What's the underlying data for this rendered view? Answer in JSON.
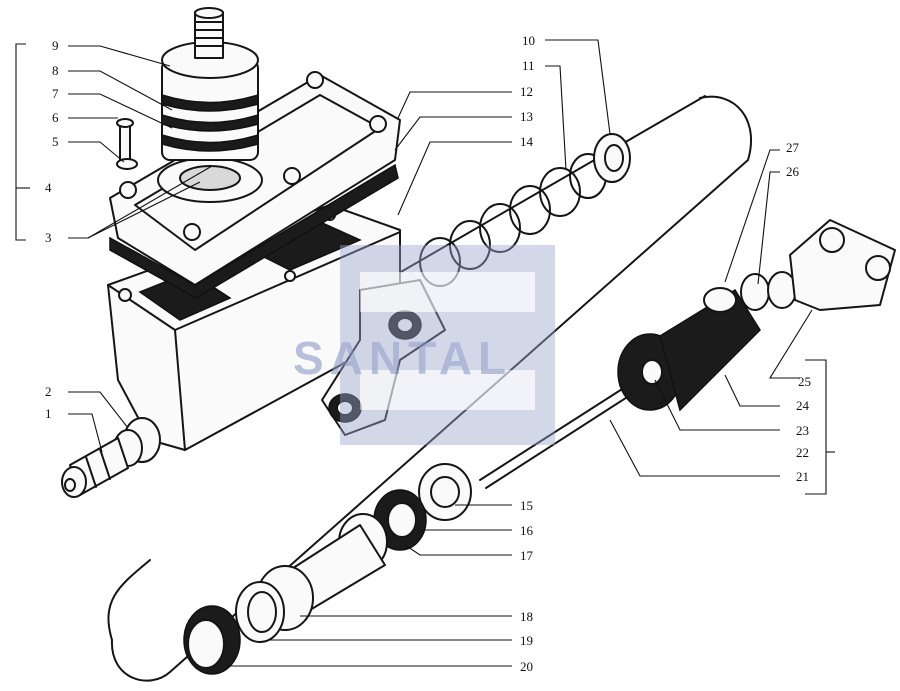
{
  "diagram": {
    "watermark_text": "SANTAL",
    "callouts": [
      {
        "id": "c1",
        "label": "1"
      },
      {
        "id": "c2",
        "label": "2"
      },
      {
        "id": "c3",
        "label": "3"
      },
      {
        "id": "c4",
        "label": "4"
      },
      {
        "id": "c5",
        "label": "5"
      },
      {
        "id": "c6",
        "label": "6"
      },
      {
        "id": "c7",
        "label": "7"
      },
      {
        "id": "c8",
        "label": "8"
      },
      {
        "id": "c9",
        "label": "9"
      },
      {
        "id": "c10",
        "label": "10"
      },
      {
        "id": "c11",
        "label": "11"
      },
      {
        "id": "c12",
        "label": "12"
      },
      {
        "id": "c13",
        "label": "13"
      },
      {
        "id": "c14",
        "label": "14"
      },
      {
        "id": "c15",
        "label": "15"
      },
      {
        "id": "c16",
        "label": "16"
      },
      {
        "id": "c17",
        "label": "17"
      },
      {
        "id": "c18",
        "label": "18"
      },
      {
        "id": "c19",
        "label": "19"
      },
      {
        "id": "c20",
        "label": "20"
      },
      {
        "id": "c21",
        "label": "21"
      },
      {
        "id": "c22",
        "label": "22"
      },
      {
        "id": "c23",
        "label": "23"
      },
      {
        "id": "c24",
        "label": "24"
      },
      {
        "id": "c25",
        "label": "25"
      },
      {
        "id": "c26",
        "label": "26"
      },
      {
        "id": "c27",
        "label": "27"
      }
    ],
    "colors": {
      "ink": "#151515",
      "watermark": "#8c98c4",
      "background": "#ffffff"
    }
  }
}
